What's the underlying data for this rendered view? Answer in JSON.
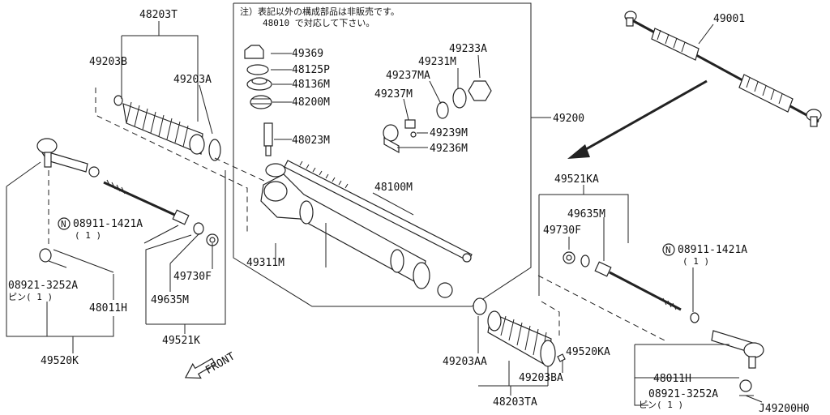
{
  "diagram": {
    "note_line1": "注）表記以外の構成部品は非販売です。",
    "note_line2": "48010 で対応して下さい。",
    "labels": {
      "p48203T": "48203T",
      "p49203B": "49203B",
      "p49203A": "49203A",
      "p49369": "49369",
      "p48125P": "48125P",
      "p48136M": "48136M",
      "p48200M": "48200M",
      "p48023M": "48023M",
      "p49233A": "49233A",
      "p49231M": "49231M",
      "p49237MA": "49237MA",
      "p49237M": "49237M",
      "p49239M": "49239M",
      "p49236M": "49236M",
      "p49200": "49200",
      "p48100M": "48100M",
      "p49311M": "49311M",
      "p49001": "49001",
      "p49521KA": "49521KA",
      "p49635M_r": "49635M",
      "p49730F_r": "49730F",
      "p08911_r": "08911-1421A",
      "p08911_r_qty": "( 1 )",
      "p08911_l": "08911-1421A",
      "p08911_l_qty": "( 1 )",
      "p49730F_l": "49730F",
      "p49635M_l": "49635M",
      "p49521K": "49521K",
      "p08921_l": "08921-3252A",
      "p08921_l_qty": "ピン( 1 )",
      "p48011H_l": "48011H",
      "p49520K": "49520K",
      "p49203AA": "49203AA",
      "p49203BA": "49203BA",
      "p48203TA": "48203TA",
      "p49520KA": "49520KA",
      "p48011H_r": "48011H",
      "p08921_r": "08921-3252A",
      "p08921_r_qty": "ピン( 1 )",
      "front": "FRONT",
      "code": "J49200H0",
      "n_mark": "N"
    }
  }
}
